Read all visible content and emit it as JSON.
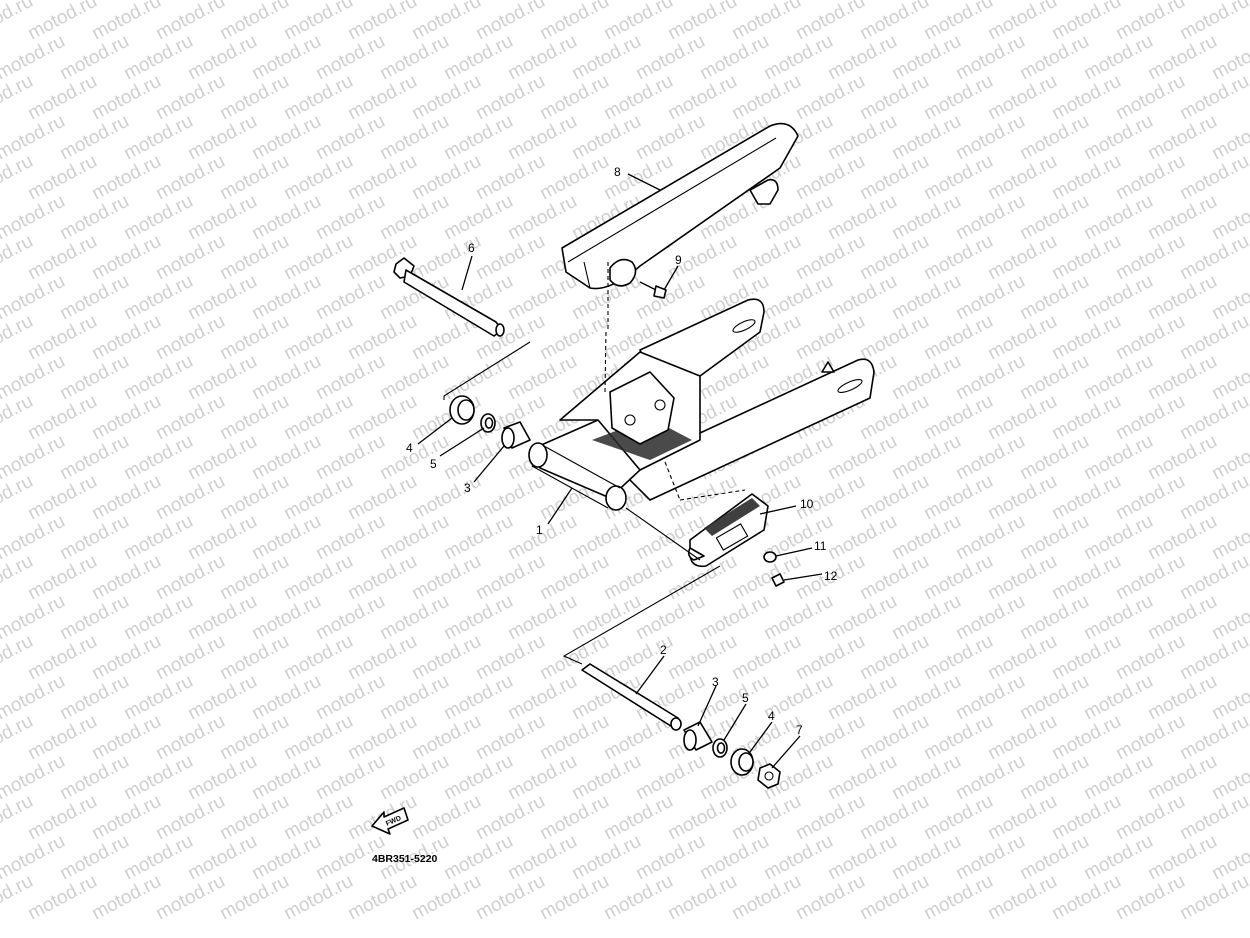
{
  "watermark": {
    "text": "motod.ru"
  },
  "diagram_code": "4BR351-5220",
  "fwd_label": "FWD",
  "callouts": {
    "c1": "1",
    "c2": "2",
    "c3a": "3",
    "c3b": "3",
    "c4a": "4",
    "c4b": "4",
    "c5a": "5",
    "c5b": "5",
    "c6": "6",
    "c7": "7",
    "c8": "8",
    "c9": "9",
    "c10": "10",
    "c11": "11",
    "c12": "12"
  }
}
